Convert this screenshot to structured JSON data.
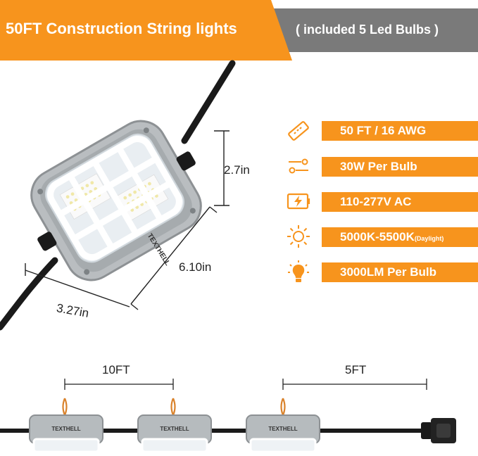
{
  "header": {
    "title": "50FT Construction String lights",
    "subtitle": "( included 5 Led Bulbs )"
  },
  "specs": [
    {
      "icon": "ruler-icon",
      "label": "50 FT / 16 AWG"
    },
    {
      "icon": "sliders-icon",
      "label": "30W Per Bulb"
    },
    {
      "icon": "battery-charge-icon",
      "label": "110-277V AC"
    },
    {
      "icon": "sun-icon",
      "label": "5000K-5500K",
      "label_suffix": "(Daylight)"
    },
    {
      "icon": "light-bulb-icon",
      "label": "3000LM Per Bulb"
    }
  ],
  "dimensions": {
    "height": "2.7in",
    "length": "6.10in",
    "width": "3.27in"
  },
  "spacing": {
    "between_bulbs": "10FT",
    "to_plug": "5FT"
  },
  "brand": "TEXTHELL",
  "colors": {
    "accent": "#f7941d",
    "banner_gray": "#7a7a7a"
  }
}
